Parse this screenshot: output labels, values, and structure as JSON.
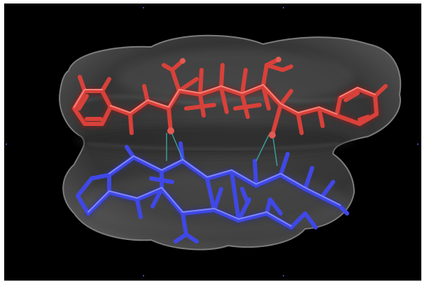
{
  "viewer": {
    "background": "#000000",
    "surface_color": "#8a8a8a",
    "upper_molecule_color": "#d8413a",
    "lower_molecule_color": "#3f48e6",
    "interaction_color": "#3fa6a6"
  },
  "molecules": [
    {
      "name": "upper-molecule",
      "color_key": "upper_molecule_color"
    },
    {
      "name": "lower-molecule",
      "color_key": "lower_molecule_color"
    }
  ]
}
